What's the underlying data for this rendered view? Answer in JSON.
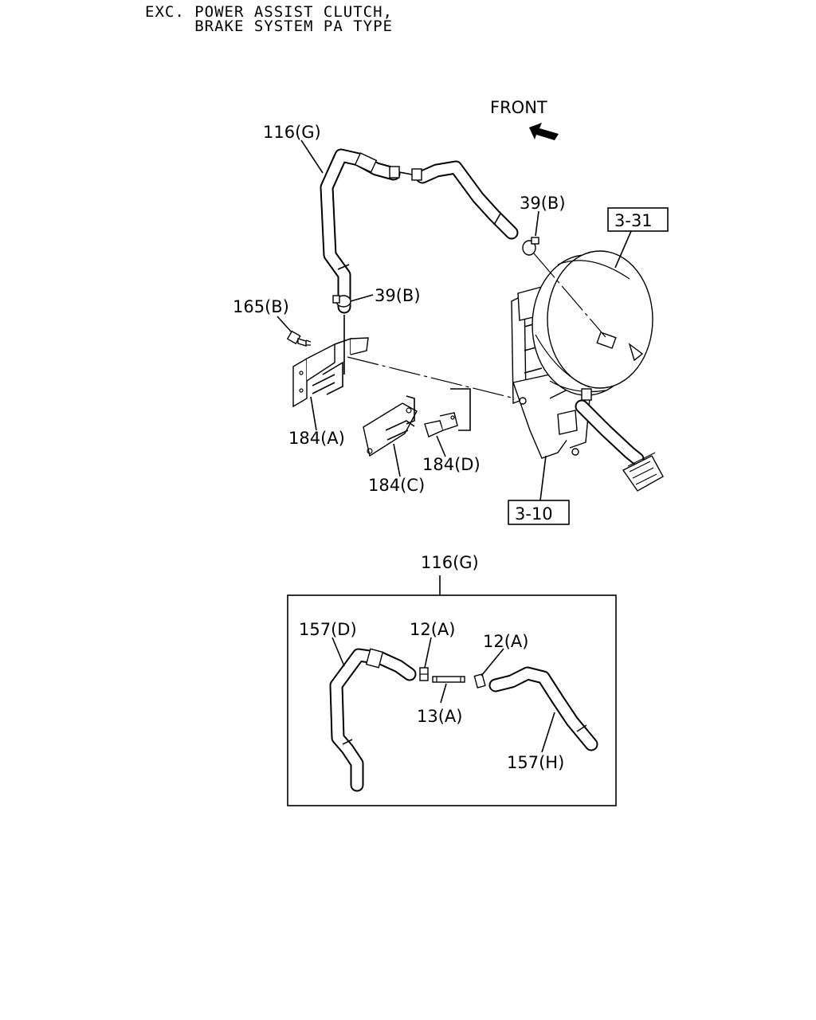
{
  "header": {
    "line1": "EXC. POWER ASSIST CLUTCH,",
    "line2": "     BRAKE SYSTEM PA TYPE"
  },
  "front_label": "FRONT",
  "callouts": {
    "hose_116g_top": "116(G)",
    "clamp_39b_right": "39(B)",
    "clamp_39b_left": "39(B)",
    "bolt_165b": "165(B)",
    "bracket_184a": "184(A)",
    "bracket_184c": "184(C)",
    "bracket_184d": "184(D)",
    "ref_3_31": "3-31",
    "ref_3_10": "3-10",
    "detail_title": "116(G)",
    "hose_157d": "157(D)",
    "hose_157h": "157(H)",
    "fitting_12a_left": "12(A)",
    "fitting_12a_right": "12(A)",
    "pipe_13a": "13(A)"
  }
}
